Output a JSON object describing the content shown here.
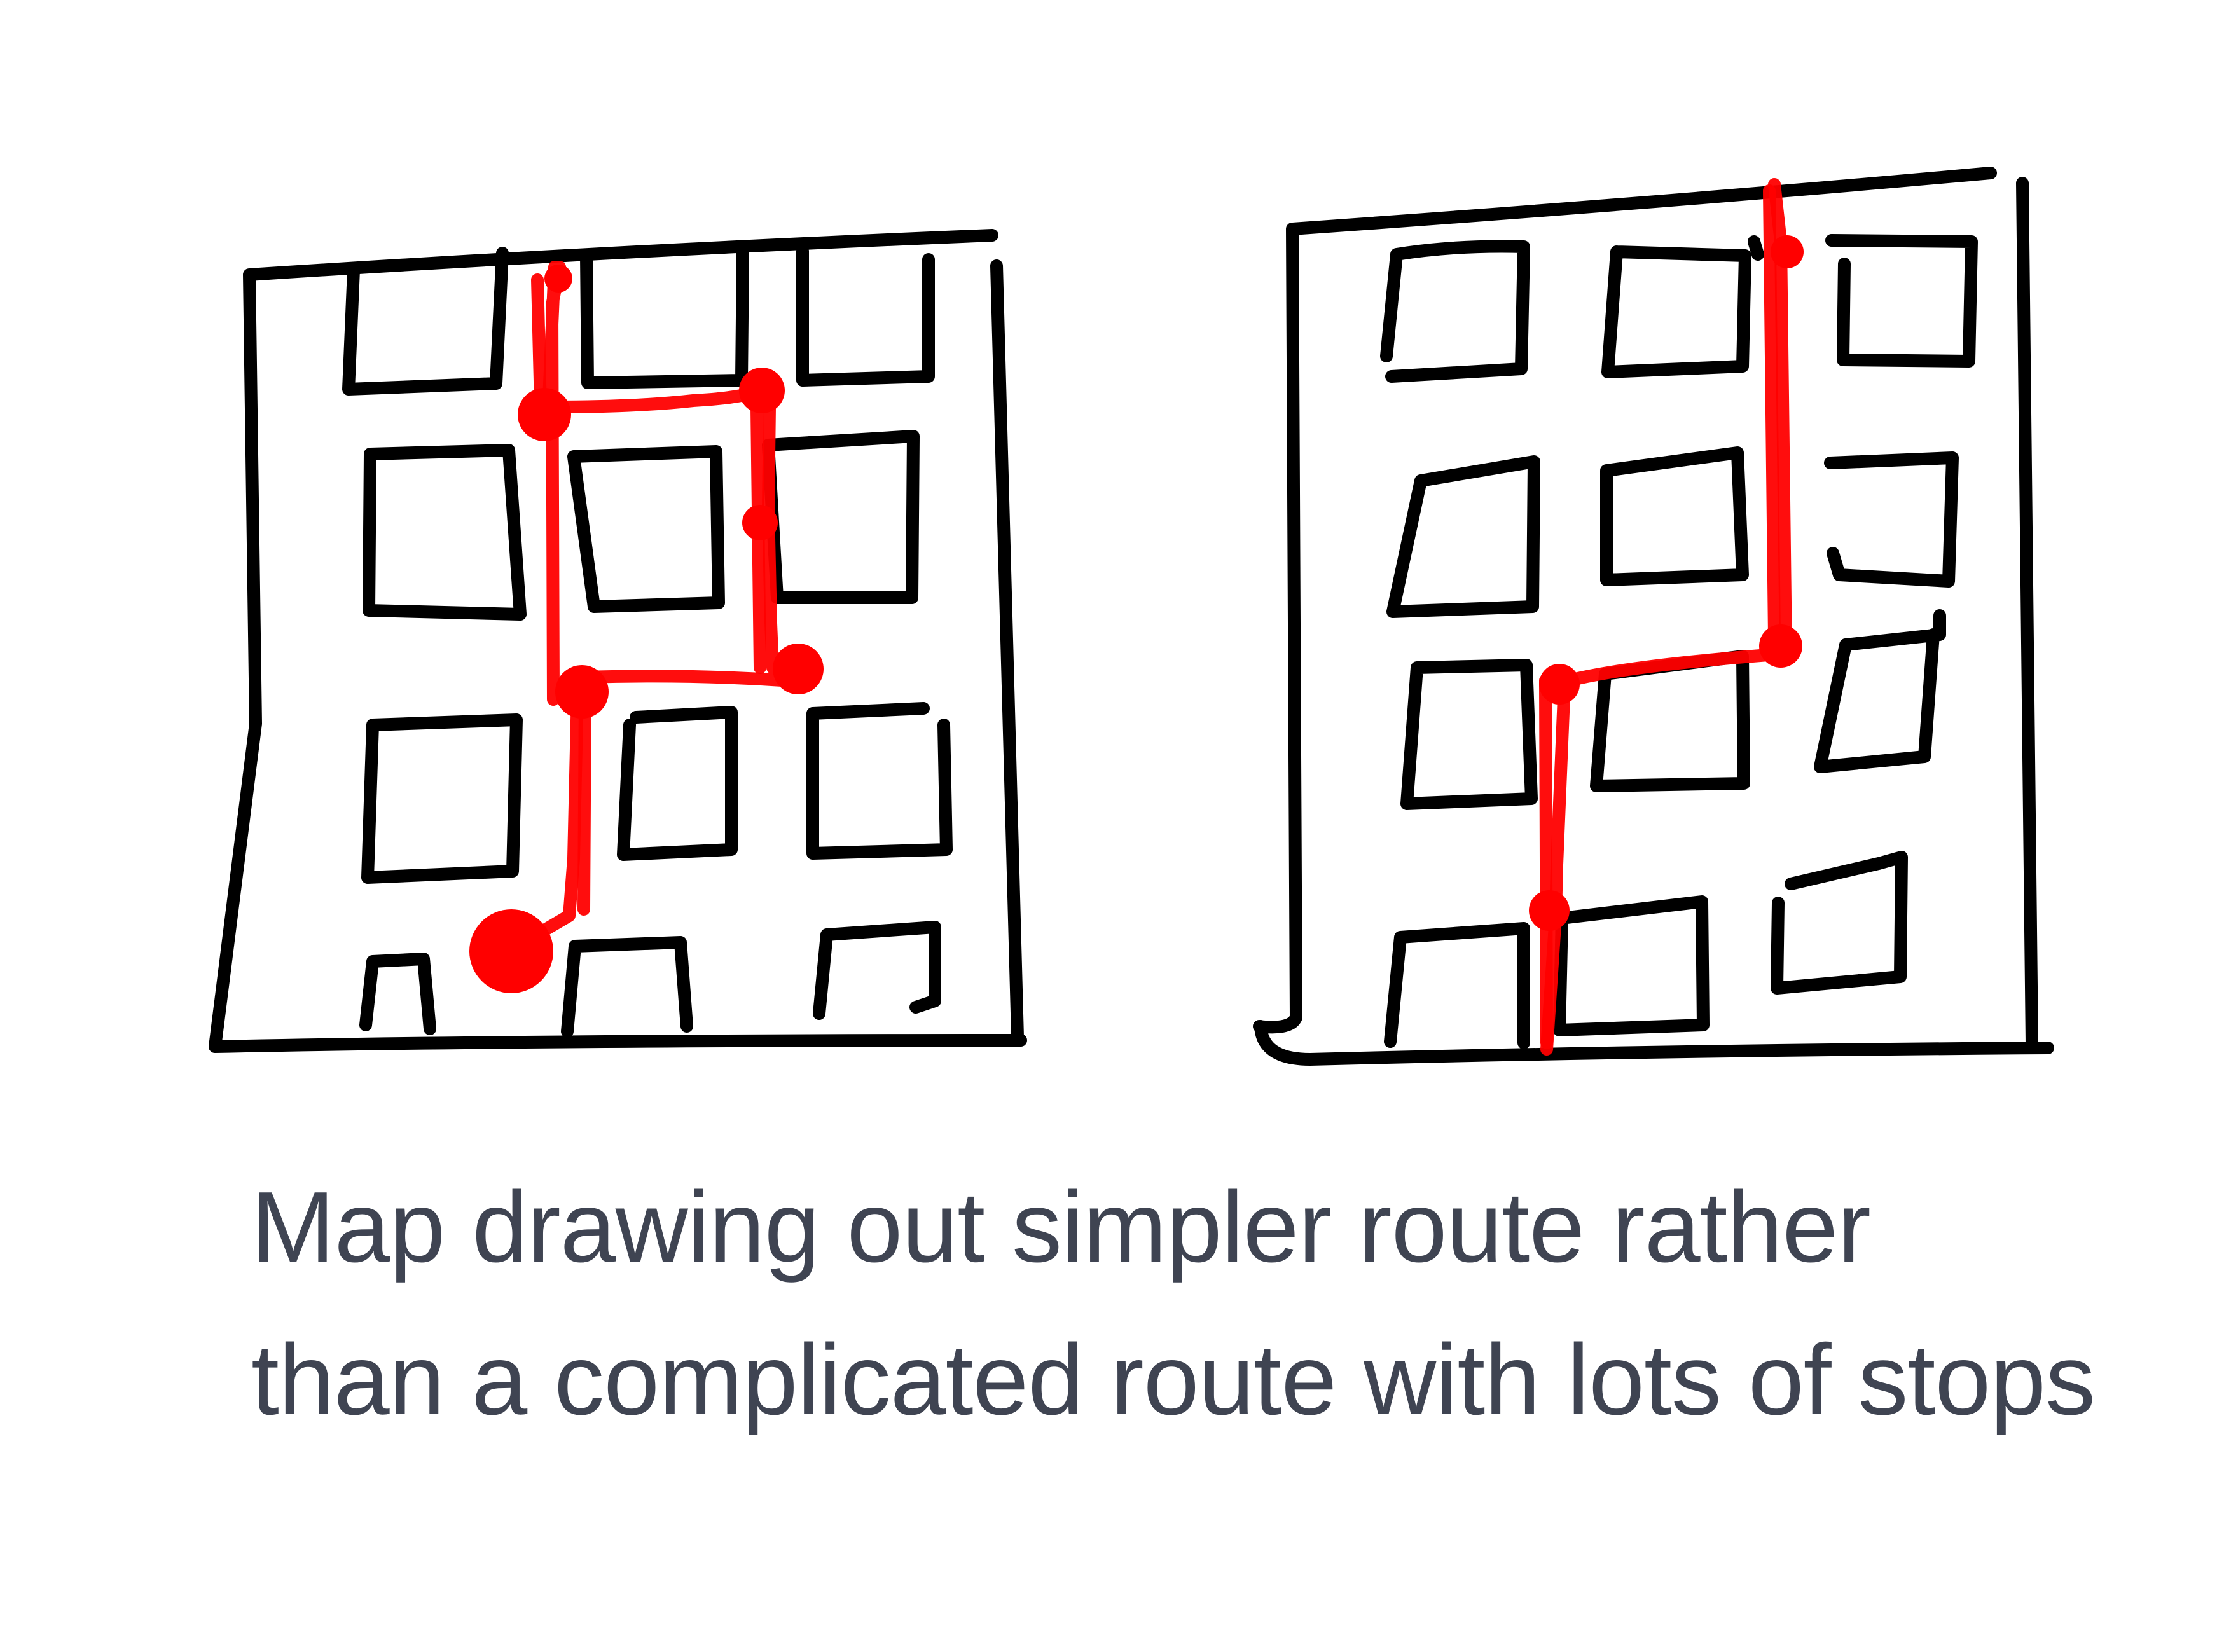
{
  "caption": {
    "line1": "Map drawing out simpler route rather",
    "line2": "than a complicated route with lots of stops"
  },
  "colors": {
    "ink": "#000000",
    "route": "#ff0000",
    "caption_text": "#3f4452",
    "background": "#ffffff"
  },
  "diagram": {
    "left_building": {
      "window_grid": "4 rows x 3 columns",
      "route_style": "complicated route with many stops"
    },
    "right_building": {
      "window_grid": "4 rows x 3 columns",
      "route_style": "simpler route with few stops"
    }
  }
}
